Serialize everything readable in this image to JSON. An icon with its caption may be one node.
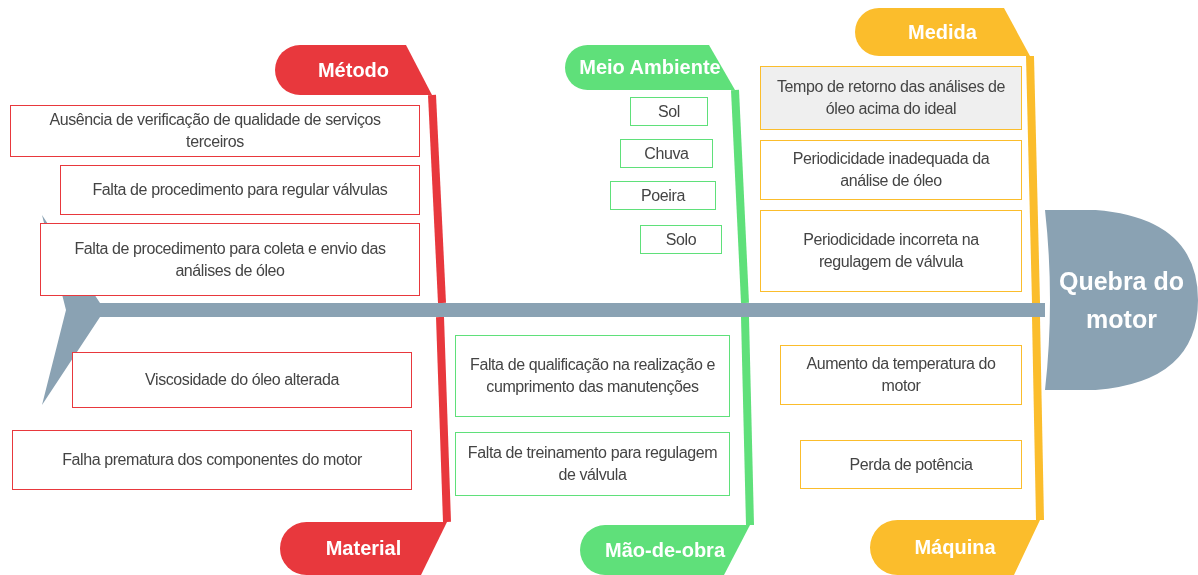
{
  "diagram": {
    "nodes": [
      {
        "text": [
          "Método"
        ]
      },
      {
        "text": [
          "Meio Ambiente"
        ]
      },
      {
        "text": [
          "Medida"
        ]
      },
      {
        "text": [
          "Ausência de verificação de qualidade de serviços terceiros"
        ]
      },
      {
        "text": [
          "Falta de procedimento para regular válvulas"
        ]
      },
      {
        "text": [
          "Falta de procedimento para coleta e envio das análises de óleo"
        ]
      },
      {
        "text": [
          "Sol"
        ]
      },
      {
        "text": [
          "Chuva"
        ]
      },
      {
        "text": [
          "Poeira"
        ]
      },
      {
        "text": [
          "Solo"
        ]
      },
      {
        "text": [
          "Tempo de retorno das análises de óleo acima do ideal"
        ]
      },
      {
        "text": [
          "Periodicidade inadequada da análise de óleo"
        ]
      },
      {
        "text": [
          "Periodicidade incorreta na regulagem de válvula"
        ]
      },
      {
        "text": [],
        "shape": "bar"
      },
      {
        "text": [
          "Quebra do motor"
        ]
      },
      {
        "text": [
          "Viscosidade do óleo alterada"
        ]
      },
      {
        "text": [
          "Falha prematura dos componentes do motor"
        ]
      },
      {
        "text": [
          "Falta de qualificação na realização e cumprimento das manutenções"
        ]
      },
      {
        "text": [
          "Falta de treinamento para regulagem de válvula"
        ]
      },
      {
        "text": [
          "Aumento da temperatura do motor"
        ]
      },
      {
        "text": [
          "Perda de potência"
        ]
      },
      {
        "text": [
          "Material"
        ]
      },
      {
        "text": [
          "Mão-de-obra"
        ]
      },
      {
        "text": [
          "Máquina"
        ]
      }
    ],
    "edges": [
      {
        "from": 0,
        "to": 13,
        "arrow": "none",
        "color": "#e8383d"
      },
      {
        "from": 1,
        "to": 13,
        "arrow": "none",
        "color": "#5fe07a"
      },
      {
        "from": 2,
        "to": 13,
        "arrow": "none",
        "color": "#fbbd2c"
      },
      {
        "from": 21,
        "to": 13,
        "arrow": "none",
        "color": "#e8383d"
      },
      {
        "from": 22,
        "to": 13,
        "arrow": "none",
        "color": "#5fe07a"
      },
      {
        "from": 23,
        "to": 13,
        "arrow": "none",
        "color": "#fbbd2c"
      }
    ]
  }
}
